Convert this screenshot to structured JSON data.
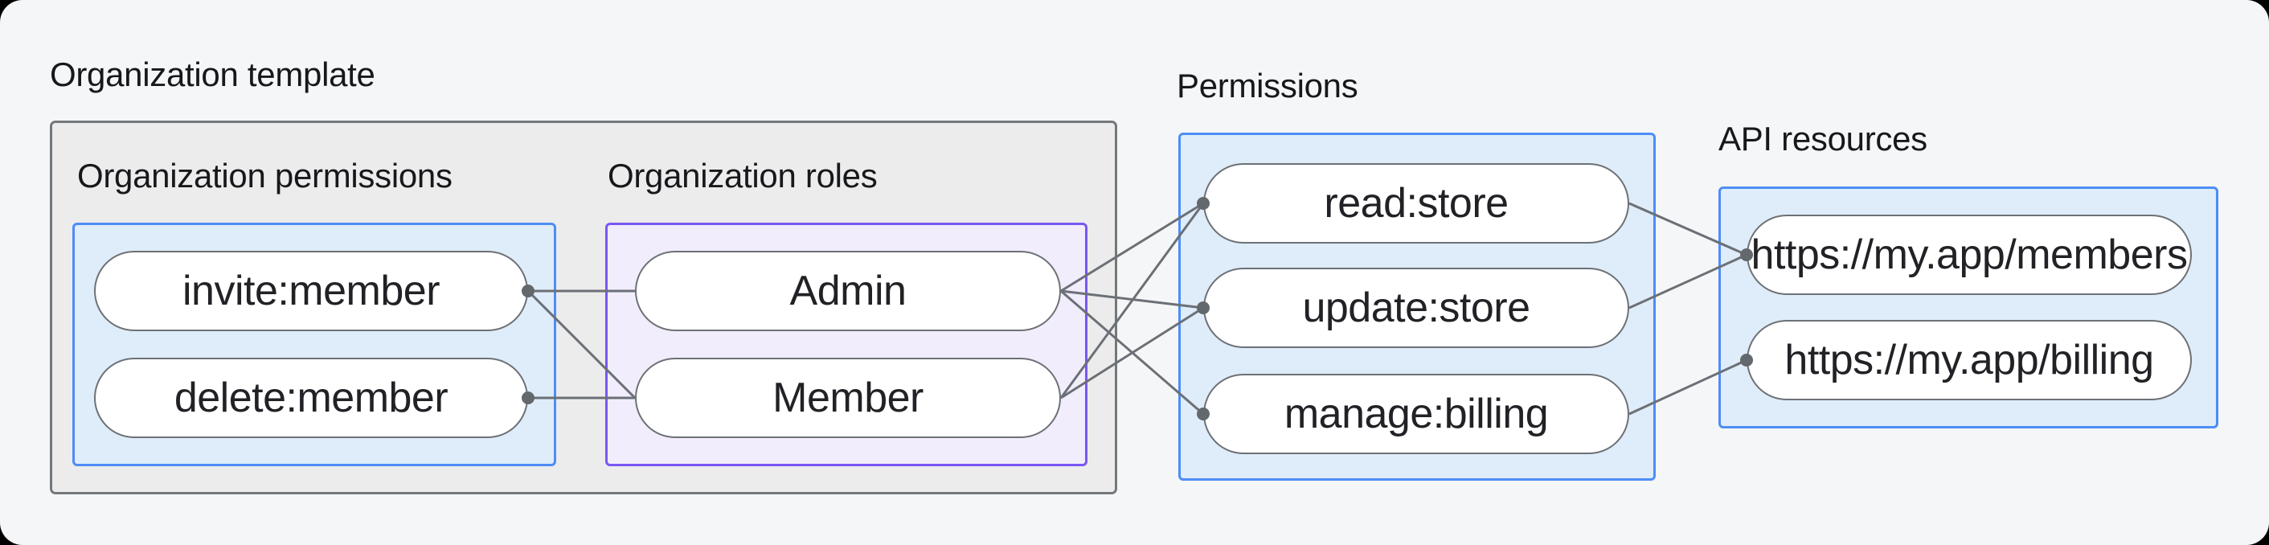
{
  "diagram": {
    "org_template": {
      "title": "Organization template",
      "org_permissions": {
        "title": "Organization permissions",
        "nodes": [
          "invite:member",
          "delete:member"
        ]
      },
      "org_roles": {
        "title": "Organization roles",
        "nodes": [
          "Admin",
          "Member"
        ]
      }
    },
    "permissions": {
      "title": "Permissions",
      "nodes": [
        "read:store",
        "update:store",
        "manage:billing"
      ]
    },
    "api_resources": {
      "title": "API resources",
      "nodes": [
        "https://my.app/members",
        "https://my.app/billing"
      ]
    },
    "edges": [
      {
        "from": "invite-member",
        "from_side": "right",
        "to": "admin",
        "to_side": "left"
      },
      {
        "from": "invite-member",
        "from_side": "right",
        "to": "member",
        "to_side": "left"
      },
      {
        "from": "delete-member",
        "from_side": "right",
        "to": "member",
        "to_side": "left"
      },
      {
        "from": "admin",
        "from_side": "right",
        "to": "read-store",
        "to_side": "left"
      },
      {
        "from": "admin",
        "from_side": "right",
        "to": "update-store",
        "to_side": "left"
      },
      {
        "from": "admin",
        "from_side": "right",
        "to": "manage-billing",
        "to_side": "left"
      },
      {
        "from": "member",
        "from_side": "right",
        "to": "read-store",
        "to_side": "left"
      },
      {
        "from": "member",
        "from_side": "right",
        "to": "update-store",
        "to_side": "left"
      },
      {
        "from": "read-store",
        "from_side": "right",
        "to": "members-api",
        "to_side": "left"
      },
      {
        "from": "update-store",
        "from_side": "right",
        "to": "members-api",
        "to_side": "left"
      },
      {
        "from": "manage-billing",
        "from_side": "right",
        "to": "billing-api",
        "to_side": "left"
      }
    ],
    "connection_dots": [
      {
        "node": "invite-member",
        "side": "right"
      },
      {
        "node": "delete-member",
        "side": "right"
      },
      {
        "node": "read-store",
        "side": "left"
      },
      {
        "node": "update-store",
        "side": "left"
      },
      {
        "node": "manage-billing",
        "side": "left"
      },
      {
        "node": "members-api",
        "side": "left"
      },
      {
        "node": "billing-api",
        "side": "left"
      }
    ],
    "colors": {
      "canvas_bg": "#f5f6f7",
      "group_box_bg": "#ececec",
      "group_box_border": "#75787b",
      "blue_box_bg": "#dfecfa",
      "blue_box_border": "#4e8df6",
      "purple_box_bg": "#f2edfd",
      "purple_box_border": "#7857f3",
      "node_bg": "#ffffff",
      "node_border": "#6d7175",
      "edge": "#6b7076",
      "dot": "#63686c",
      "text": "#17181b"
    }
  }
}
